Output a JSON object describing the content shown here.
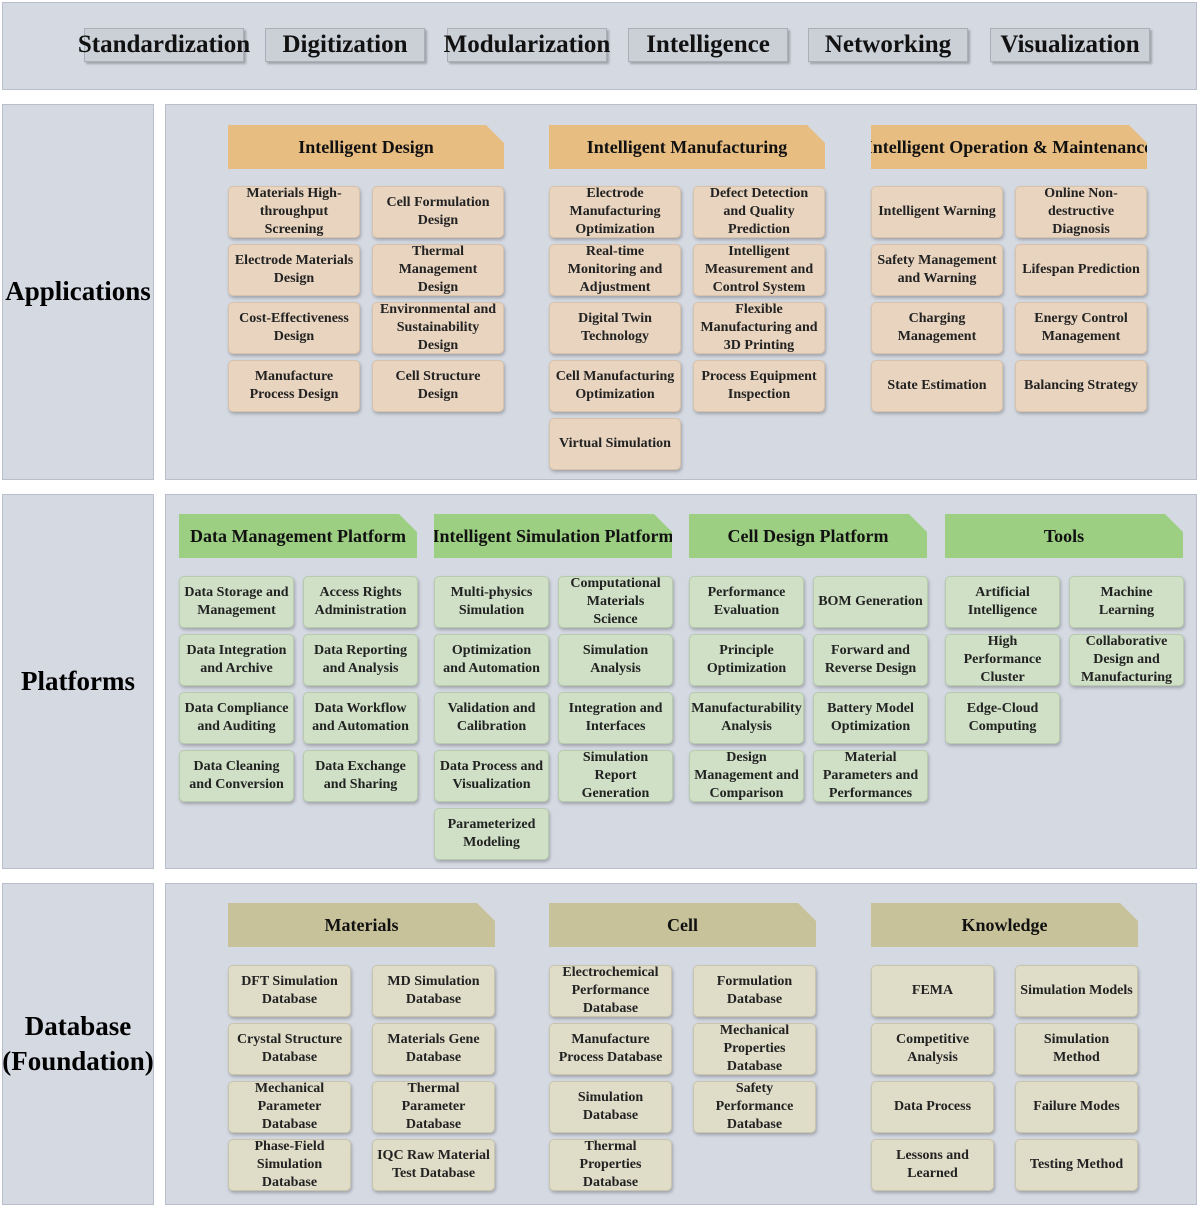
{
  "pillars": [
    "Standardization",
    "Digitization",
    "Modularization",
    "Intelligence",
    "Networking",
    "Visualization"
  ],
  "layers": {
    "applications": {
      "label": "Applications",
      "groups": [
        {
          "title": "Intelligent Design",
          "items": [
            "Materials High-throughput Screening",
            "Cell Formulation Design",
            "Electrode Materials Design",
            "Thermal Management Design",
            "Cost-Effectiveness Design",
            "Environmental and Sustainability Design",
            "Manufacture Process Design",
            "Cell Structure Design"
          ]
        },
        {
          "title": "Intelligent Manufacturing",
          "items": [
            "Electrode Manufacturing Optimization",
            "Defect Detection and Quality Prediction",
            "Real-time Monitoring and Adjustment",
            "Intelligent Measurement and Control System",
            "Digital Twin Technology",
            "Flexible Manufacturing and 3D Printing",
            "Cell Manufacturing Optimization",
            "Process Equipment Inspection",
            "Virtual Simulation"
          ]
        },
        {
          "title": "Intelligent Operation & Maintenance",
          "items": [
            "Intelligent Warning",
            "Online Non-destructive Diagnosis",
            "Safety Management and Warning",
            "Lifespan Prediction",
            "Charging Management",
            "Energy Control Management",
            "State Estimation",
            "Balancing Strategy"
          ]
        }
      ]
    },
    "platforms": {
      "label": "Platforms",
      "groups": [
        {
          "title": "Data Management Platform",
          "items": [
            "Data Storage and Management",
            "Access Rights Administration",
            "Data Integration and Archive",
            "Data Reporting and Analysis",
            "Data Compliance and Auditing",
            "Data Workflow and Automation",
            "Data Cleaning and Conversion",
            "Data Exchange and Sharing"
          ]
        },
        {
          "title": "Intelligent Simulation Platform",
          "items": [
            "Multi-physics Simulation",
            "Computational Materials Science",
            "Optimization and Automation",
            "Simulation Analysis",
            "Validation and Calibration",
            "Integration and Interfaces",
            "Data Process and Visualization",
            "Simulation Report Generation",
            "Parameterized Modeling"
          ]
        },
        {
          "title": "Cell Design Platform",
          "items": [
            "Performance Evaluation",
            "BOM Generation",
            "Principle Optimization",
            "Forward and Reverse Design",
            "Manufacturability Analysis",
            "Battery Model Optimization",
            "Design Management and Comparison",
            "Material Parameters and Performances"
          ]
        },
        {
          "title": "Tools",
          "items": [
            "Artificial Intelligence",
            "Machine Learning",
            "High Performance Cluster",
            "Collaborative Design and Manufacturing",
            "Edge-Cloud Computing"
          ]
        }
      ]
    },
    "database": {
      "label": "Database (Foundation)",
      "groups": [
        {
          "title": "Materials",
          "items": [
            "DFT Simulation Database",
            "MD Simulation Database",
            "Crystal Structure Database",
            "Materials Gene Database",
            "Mechanical Parameter Database",
            "Thermal Parameter Database",
            "Phase-Field Simulation Database",
            "IQC Raw Material Test Database"
          ]
        },
        {
          "title": "Cell",
          "items": [
            "Electrochemical Performance Database",
            "Formulation Database",
            "Manufacture Process Database",
            "Mechanical Properties Database",
            "Simulation Database",
            "Safety Performance Database",
            "Thermal Properties Database"
          ]
        },
        {
          "title": "Knowledge",
          "items": [
            "FEMA",
            "Simulation Models",
            "Competitive Analysis",
            "Simulation Method",
            "Data Process",
            "Failure Modes",
            "Lessons and Learned",
            "Testing Method"
          ]
        }
      ]
    }
  }
}
